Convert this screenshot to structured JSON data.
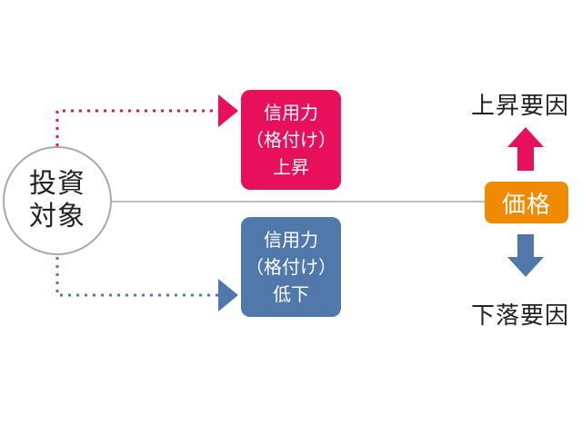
{
  "subject": {
    "line1": "投資",
    "line2": "対象"
  },
  "rise_box": {
    "line1": "信用力",
    "line2": "（格付け）",
    "line3": "上昇"
  },
  "fall_box": {
    "line1": "信用力",
    "line2": "（格付け）",
    "line3": "低下"
  },
  "price": {
    "label": "価格"
  },
  "rise_factor": {
    "label": "上昇要因"
  },
  "fall_factor": {
    "label": "下落要因"
  },
  "colors": {
    "rise": "#e8105a",
    "fall": "#5078aa",
    "price": "#f08a00",
    "line": "#a8a8a8"
  }
}
